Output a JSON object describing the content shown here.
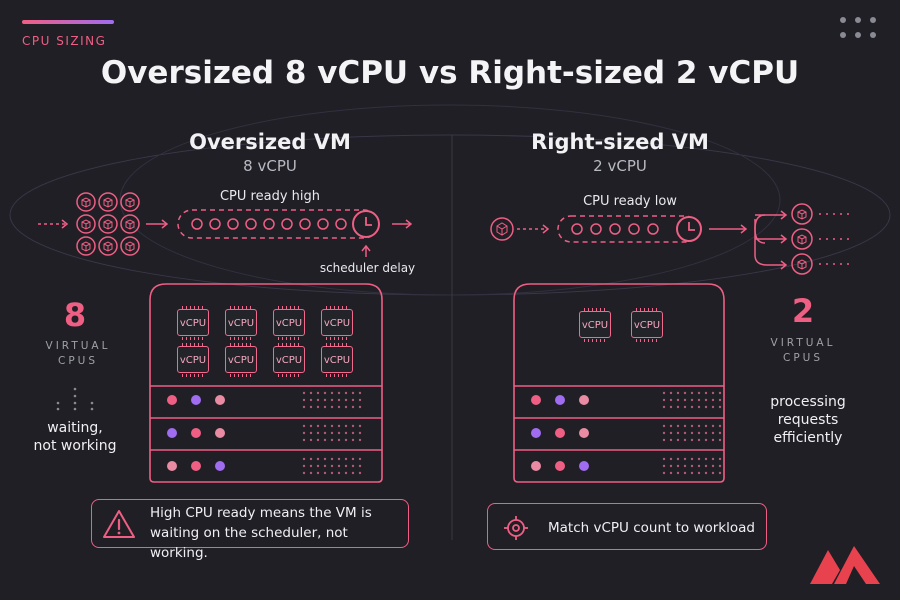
{
  "kicker": "CPU SIZING",
  "title": "Oversized 8 vCPU vs Right-sized 2 vCPU",
  "left": {
    "title": "Oversized VM",
    "subtitle": "8 vCPU",
    "ready_label": "CPU ready high",
    "delay_label": "scheduler delay",
    "count": "8",
    "count_caption_1": "VIRTUAL",
    "count_caption_2": "CPUS",
    "status_1": "waiting,",
    "status_2": "not working",
    "chips": [
      "vCPU",
      "vCPU",
      "vCPU",
      "vCPU",
      "vCPU",
      "vCPU",
      "vCPU",
      "vCPU"
    ],
    "note_line_1": "High CPU ready means the VM is",
    "note_line_2": "waiting on the scheduler, not working."
  },
  "right": {
    "title": "Right-sized VM",
    "subtitle": "2 vCPU",
    "ready_label": "CPU ready low",
    "count": "2",
    "count_caption_1": "VIRTUAL",
    "count_caption_2": "CPUS",
    "status_1": "processing",
    "status_2": "requests",
    "status_3": "efficiently",
    "chips": [
      "vCPU",
      "vCPU"
    ],
    "note": "Match vCPU count to workload"
  },
  "colors": {
    "accent": "#ef5f84",
    "purple": "#a06cf0",
    "pink_light": "#e88ba3",
    "background": "#1f1f25"
  },
  "icons": {
    "top_right": "grid-dots-icon",
    "warning": "warning-icon",
    "target": "target-icon",
    "brand": "brand-logo-icon",
    "clock": "clock-icon",
    "cube": "cube-icon"
  }
}
